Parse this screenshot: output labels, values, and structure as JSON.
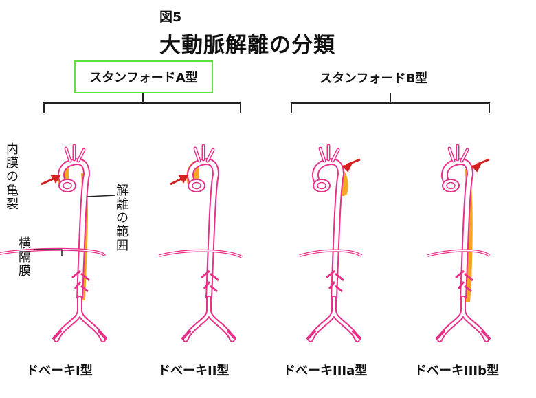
{
  "figure_label": "図5",
  "title": "大動脈解離の分類",
  "groups": {
    "a": {
      "label": "スタンフォードA型"
    },
    "b": {
      "label": "スタンフォードB型"
    }
  },
  "annotations": {
    "intimal_tear": "内膜の亀裂",
    "dissection_extent": "解離の範囲",
    "diaphragm": "横隔膜"
  },
  "types": [
    {
      "label": "ドベーキI型"
    },
    {
      "label": "ドベーキII型"
    },
    {
      "label": "ドベーキIIIa型"
    },
    {
      "label": "ドベーキIIIb型"
    }
  ],
  "colors": {
    "vessel": "#e8308a",
    "dissection": "#f5a623",
    "arrow": "#d42020",
    "highlight_box": "#5ce03a"
  }
}
